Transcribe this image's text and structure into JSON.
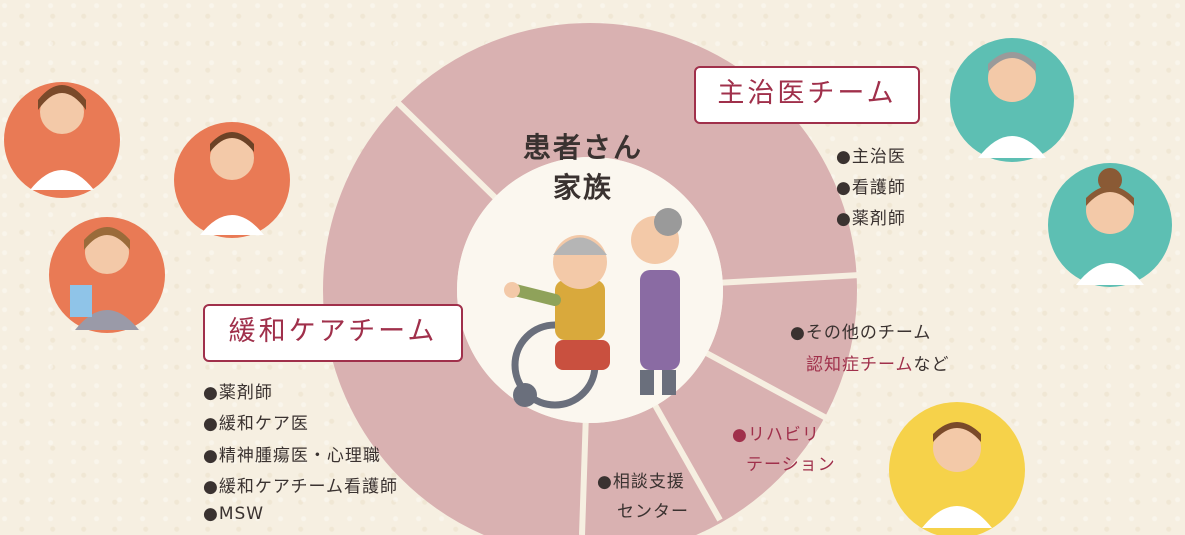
{
  "center": {
    "line1": "患者さん",
    "line2": "家族"
  },
  "teams": {
    "primary": {
      "label": "主治医チーム",
      "members": [
        "●主治医",
        "●看護師",
        "●薬剤師"
      ]
    },
    "palliative": {
      "label": "緩和ケアチーム",
      "members": [
        "●薬剤師",
        "●緩和ケア医",
        "●精神腫瘍医・心理職",
        "●緩和ケアチーム看護師",
        "●MSW"
      ]
    },
    "other": {
      "line1": "●その他のチーム",
      "line2_highlight": "認知症チーム",
      "line2_suffix": "など"
    },
    "rehab": {
      "line1": "●リハビリ",
      "line2": "テーション"
    },
    "consult": {
      "line1": "●相談支援",
      "line2": "センター"
    }
  },
  "colors": {
    "ring": "#d9b1b1",
    "inner": "#fbf7ef",
    "accent": "#a0304b",
    "avatar_orange": "#e97a55",
    "avatar_teal": "#5dbfb3",
    "avatar_yellow": "#f6d24a"
  }
}
